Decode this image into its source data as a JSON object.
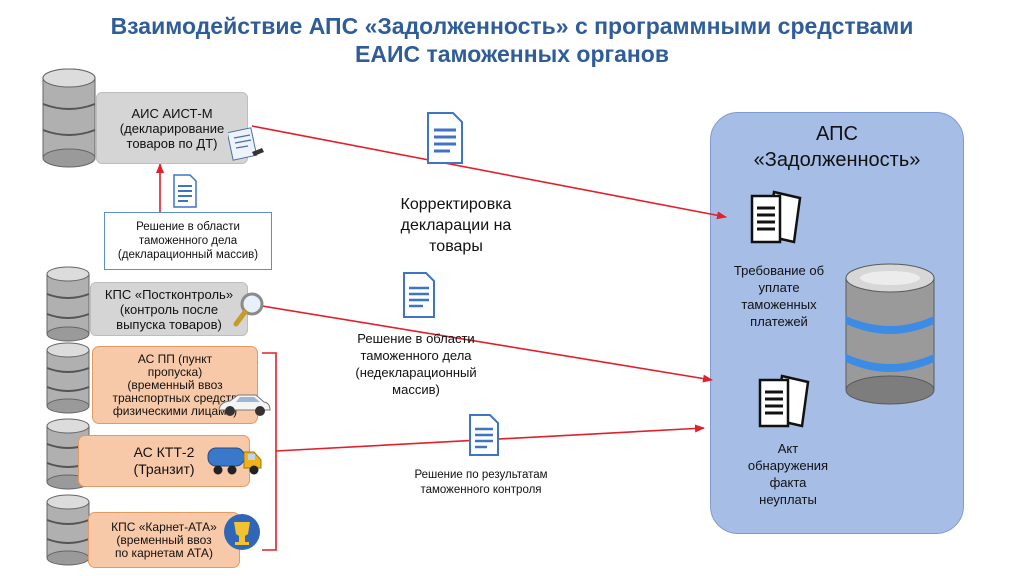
{
  "title": {
    "line1": "Взаимодействие АПС «Задолженность»  с программными средствами",
    "line2": "ЕАИС таможенных органов"
  },
  "systems": {
    "aist": {
      "lines": [
        "АИС АИСТ-М",
        "(декларирование",
        "товаров по ДТ)"
      ]
    },
    "postcontrol": {
      "lines": [
        "КПС «Постконтроль»",
        "(контроль после",
        "выпуска товаров)"
      ]
    },
    "aspp": {
      "lines": [
        "АС ПП (пункт",
        "пропуска)",
        "(временный ввоз",
        "транспортных средств",
        "физическими лицами)"
      ]
    },
    "asktt": {
      "lines": [
        "АС КТТ-2",
        "(Транзит)"
      ]
    },
    "karnet": {
      "lines": [
        "КПС «Карнет-АТА»",
        "(временный ввоз",
        "по карнетам АТА)"
      ]
    }
  },
  "labels": {
    "decl_solution": [
      "Решение в области",
      "таможенного дела",
      "(декларационный массив)"
    ],
    "correction": [
      "Корректировка",
      "декларации на",
      "товары"
    ],
    "nondecl_solution": [
      "Решение в области",
      "таможенного дела",
      "(недекларационный",
      "массив)"
    ],
    "control_result": [
      "Решение по результатам",
      "таможенного контроля"
    ]
  },
  "aps": {
    "title": [
      "АПС",
      "«Задолженность»"
    ],
    "requirement": [
      "Требование об",
      "уплате",
      "таможенных",
      "платежей"
    ],
    "act": [
      "Акт",
      "обнаружения",
      "факта",
      "неуплаты"
    ]
  },
  "colors": {
    "title": "#2f5d9a",
    "arrow": "#e0202a",
    "aps_fill": "#a6bde6",
    "orange_fill": "#f8c9a8",
    "gray_fill": "#d5d5d5"
  },
  "icons": {
    "database": "database-icon",
    "document": "document-icon",
    "papers": "papers-icon",
    "car": "car-icon",
    "truck": "truck-icon",
    "trophy": "trophy-icon",
    "magnifier": "magnifier-icon",
    "form": "form-icon"
  }
}
